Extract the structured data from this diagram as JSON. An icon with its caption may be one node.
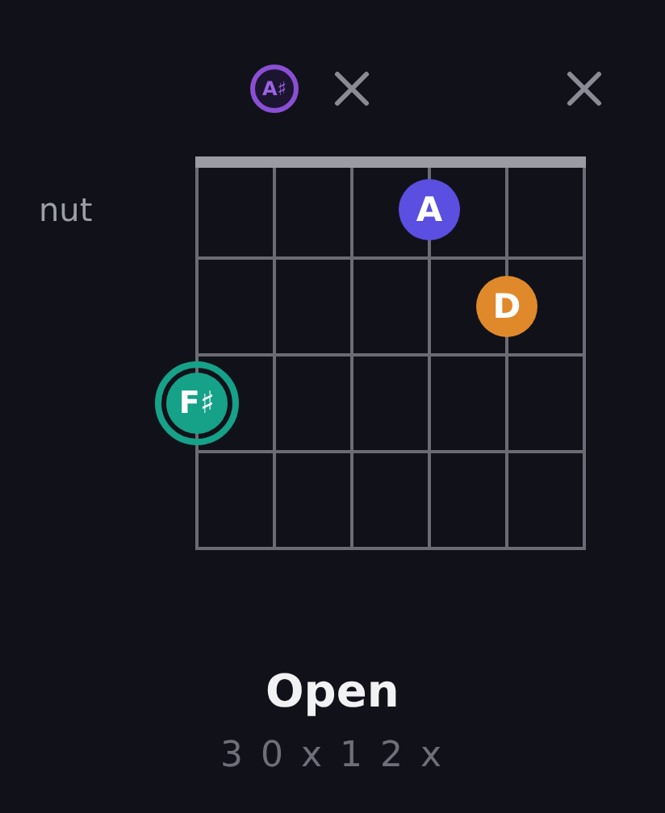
{
  "diagram": {
    "title": "Open",
    "nodes": [
      {
        "text": [
          "A♯"
        ]
      },
      {
        "text": [
          "A"
        ]
      },
      {
        "text": [
          "D"
        ]
      },
      {
        "text": [
          "F♯"
        ]
      }
    ],
    "labels": [
      "nut",
      "3 0 x 1 2 x"
    ]
  }
}
